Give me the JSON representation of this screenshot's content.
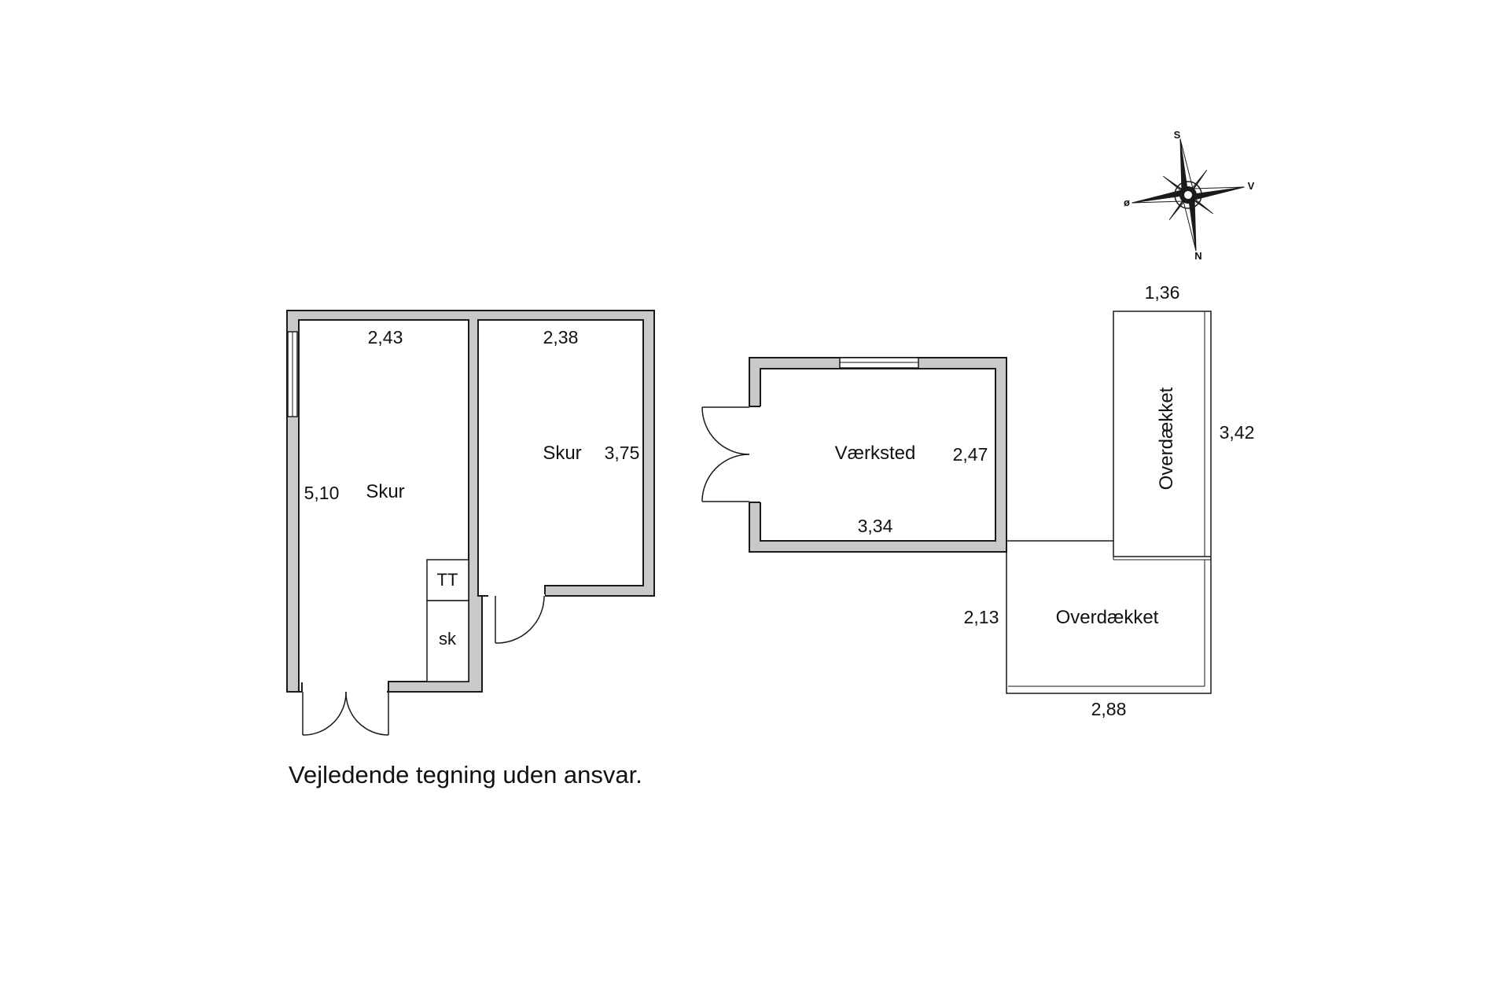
{
  "compass": {
    "north": "N",
    "south": "S",
    "east": "ø",
    "west": "V"
  },
  "skur_left": {
    "label": "Skur",
    "width": "2,43",
    "depth": "5,10"
  },
  "skur_right": {
    "label": "Skur",
    "width": "2,38",
    "depth": "3,75"
  },
  "fixtures": {
    "tt": "TT",
    "sk": "sk"
  },
  "vaerksted": {
    "label": "Værksted",
    "width": "3,34",
    "depth": "2,47"
  },
  "overdaekket_vertical": {
    "label": "Overdækket",
    "width": "1,36",
    "depth": "3,42"
  },
  "overdaekket_bottom": {
    "label": "Overdækket",
    "width": "2,88",
    "depth": "2,13"
  },
  "disclaimer": "Vejledende tegning uden ansvar.",
  "colors": {
    "wall_fill": "#c9c9c9",
    "line": "#1a1a1a",
    "background": "#ffffff"
  }
}
